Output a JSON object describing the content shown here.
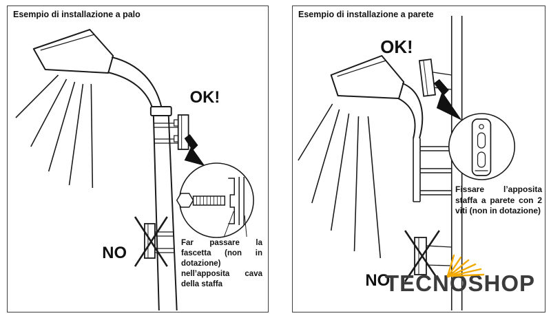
{
  "panels": {
    "pole": {
      "title": "Esempio di installazione a palo",
      "ok_label": "OK!",
      "no_label": "NO",
      "caption": "Far passare la fascetta (non in dotazione) nell’apposita cava della staffa"
    },
    "wall": {
      "title": "Esempio di installazione a parete",
      "ok_label": "OK!",
      "no_label": "NO",
      "caption": "Fissare l’apposita staffa a parete con 2 viti (non in dotazione)"
    }
  },
  "logo": {
    "text": "TECNOSHOP",
    "icon": "antenna-signal-icon",
    "accent_color": "#F2A900",
    "text_color": "#3B3B3B"
  }
}
